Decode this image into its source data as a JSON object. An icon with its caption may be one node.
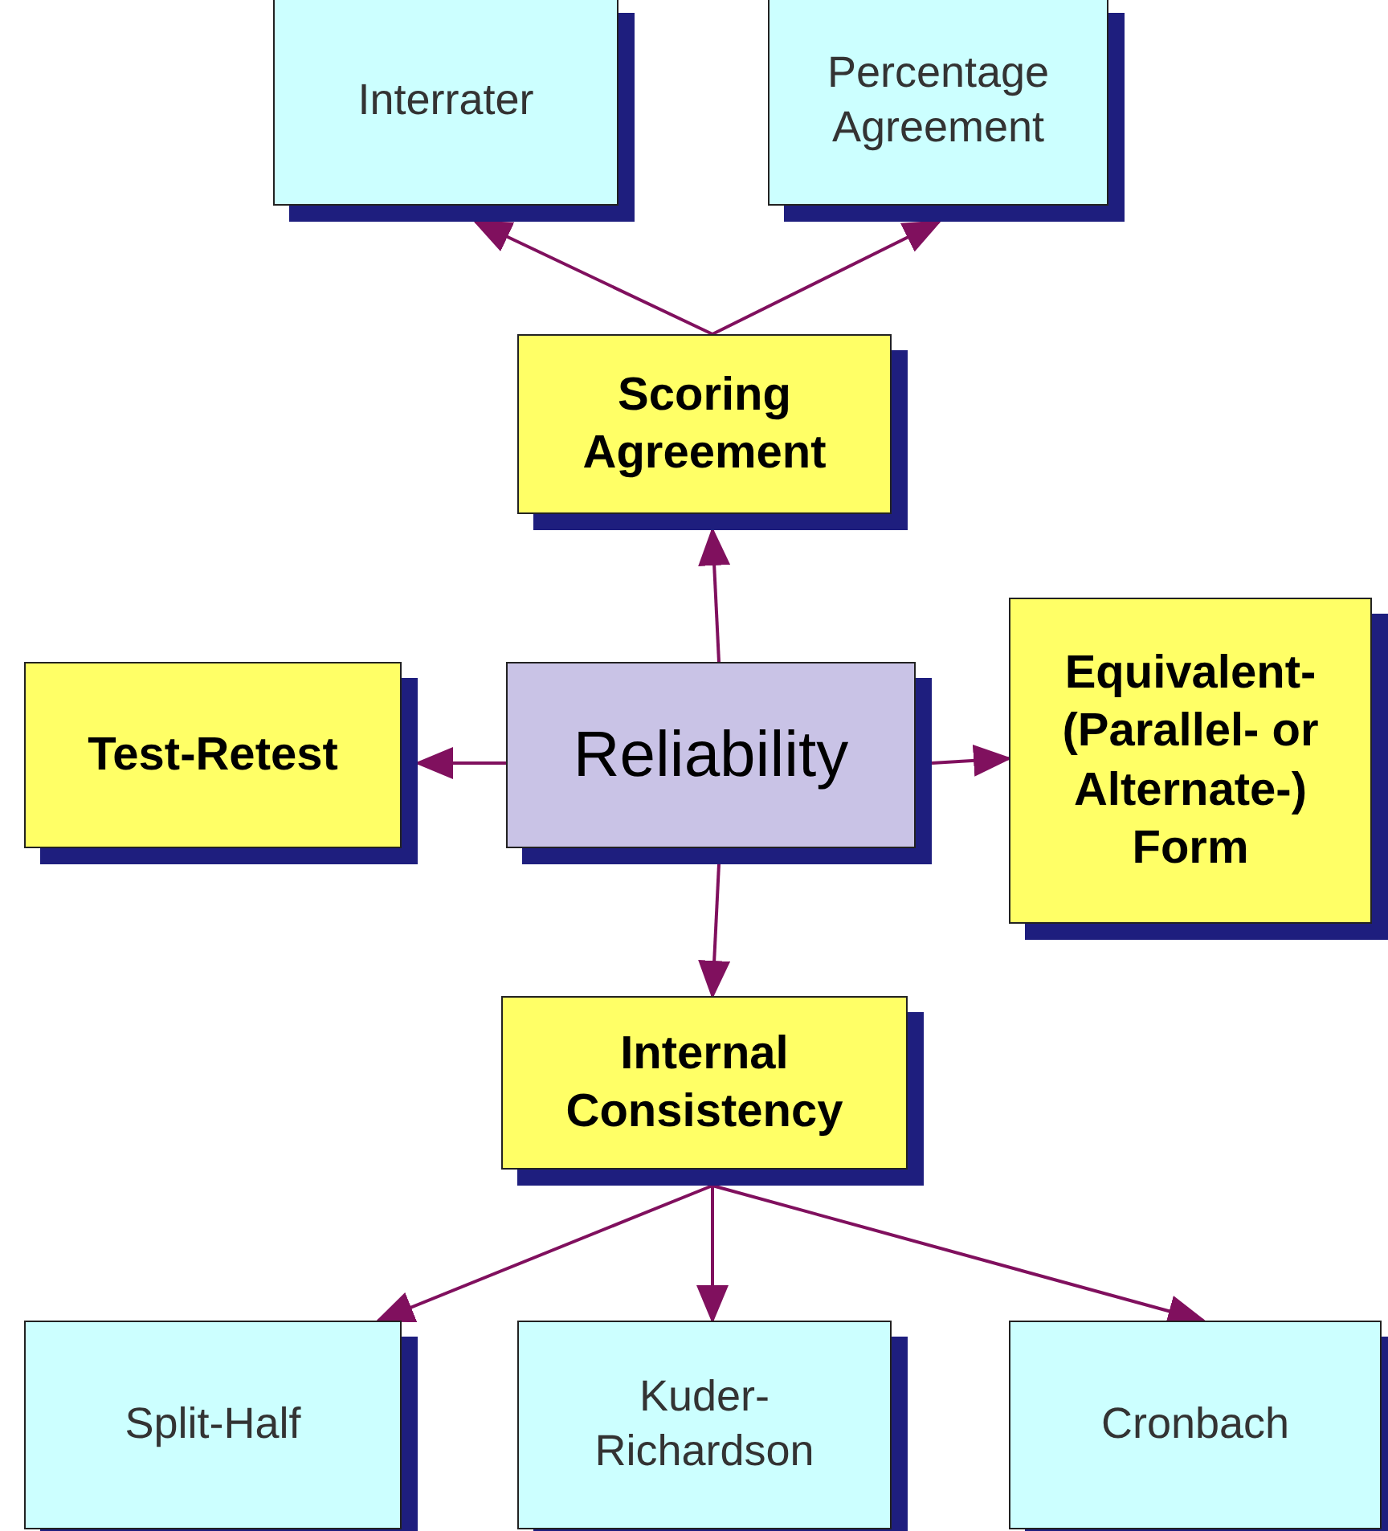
{
  "diagram": {
    "nodes": [
      {
        "text": [
          "Interrater"
        ]
      },
      {
        "text": [
          "Percentage Agreement"
        ]
      },
      {
        "text": [
          "Scoring Agreement"
        ]
      },
      {
        "text": [
          "Test-Retest"
        ]
      },
      {
        "text": [
          "Reliability"
        ]
      },
      {
        "text": [
          "Equivalent- (Parallel- or Alternate-) Form"
        ]
      },
      {
        "text": [
          "Internal Consistency"
        ]
      },
      {
        "text": [
          "Split-Half"
        ]
      },
      {
        "text": [
          "Kuder- Richardson"
        ]
      },
      {
        "text": [
          "Cronbach"
        ]
      }
    ],
    "edges": [
      {
        "from": 2,
        "to": 0,
        "arrow": "to"
      },
      {
        "from": 2,
        "to": 1,
        "arrow": "to"
      },
      {
        "from": 4,
        "to": 2,
        "arrow": "to"
      },
      {
        "from": 4,
        "to": 3,
        "arrow": "to"
      },
      {
        "from": 4,
        "to": 5,
        "arrow": "to"
      },
      {
        "from": 4,
        "to": 6,
        "arrow": "to"
      },
      {
        "from": 6,
        "to": 7,
        "arrow": "to"
      },
      {
        "from": 6,
        "to": 8,
        "arrow": "to"
      },
      {
        "from": 6,
        "to": 9,
        "arrow": "to"
      }
    ]
  }
}
